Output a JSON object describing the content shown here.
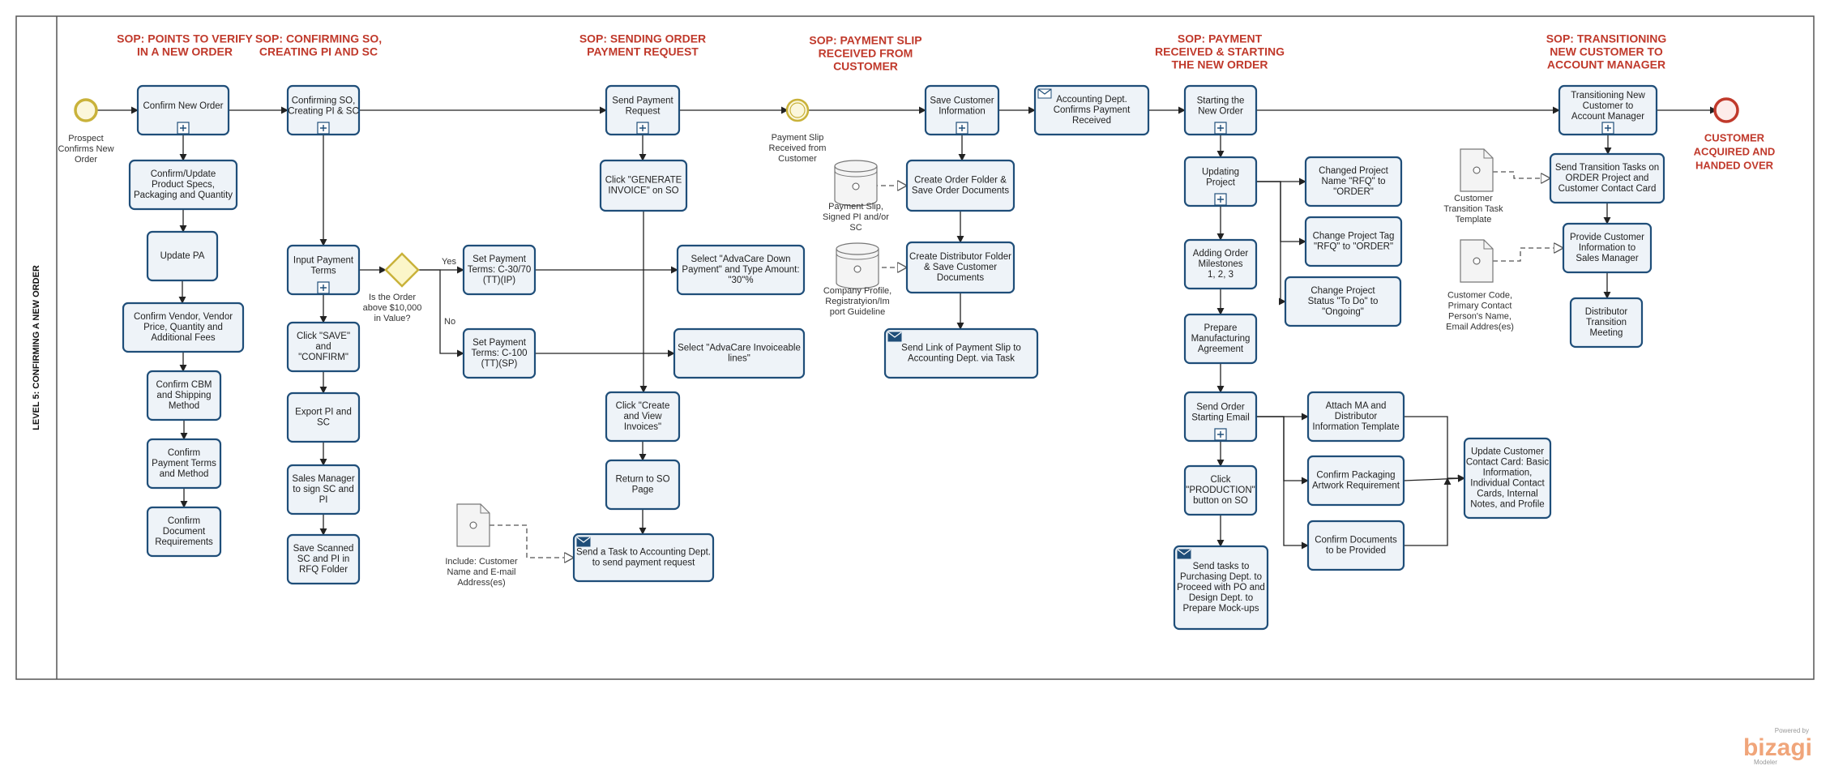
{
  "lane": {
    "title": "LEVEL 5: CONFIRMING A NEW ORDER"
  },
  "sops": [
    {
      "id": "sop1",
      "lines": [
        "SOP:  POINTS TO VERIFY",
        "IN A NEW ORDER"
      ]
    },
    {
      "id": "sop2",
      "lines": [
        "SOP: CONFIRMING SO,",
        "CREATING PI AND SC"
      ]
    },
    {
      "id": "sop3",
      "lines": [
        "SOP: SENDING ORDER",
        "PAYMENT REQUEST"
      ]
    },
    {
      "id": "sop4",
      "lines": [
        "SOP: PAYMENT SLIP",
        "RECEIVED FROM",
        "CUSTOMER"
      ]
    },
    {
      "id": "sop5",
      "lines": [
        "SOP: PAYMENT",
        "RECEIVED & STARTING",
        "THE NEW ORDER"
      ]
    },
    {
      "id": "sop6",
      "lines": [
        "SOP: TRANSITIONING",
        "NEW CUSTOMER TO",
        "ACCOUNT MANAGER"
      ]
    }
  ],
  "events": [
    {
      "id": "ev-start",
      "type": "start",
      "lines": [
        "Prospect",
        "Confirms New",
        "Order"
      ]
    },
    {
      "id": "ev-payslip",
      "type": "intermediate",
      "lines": [
        "Payment Slip",
        "Received from",
        "Customer"
      ]
    },
    {
      "id": "ev-end",
      "type": "end",
      "lines": [
        "CUSTOMER",
        "ACQUIRED AND",
        "HANDED OVER"
      ]
    }
  ],
  "gateway": {
    "lines": [
      "Is the Order",
      "above $10,000",
      "in Value?"
    ],
    "yes_label": "Yes",
    "no_label": "No"
  },
  "tasks": [
    {
      "id": "t-confirm-new-order",
      "lines": [
        "Confirm New Order"
      ],
      "sub": true,
      "mail": false
    },
    {
      "id": "t-update-specs",
      "lines": [
        "Confirm/Update",
        "Product Specs,",
        "Packaging and Quantity"
      ],
      "sub": false,
      "mail": false
    },
    {
      "id": "t-update-pa",
      "lines": [
        "Update PA"
      ],
      "sub": false,
      "mail": false
    },
    {
      "id": "t-confirm-vendor",
      "lines": [
        "Confirm Vendor, Vendor",
        "Price, Quantity and",
        "Additional Fees"
      ],
      "sub": false,
      "mail": false
    },
    {
      "id": "t-confirm-cbm",
      "lines": [
        "Confirm CBM",
        "and Shipping",
        "Method"
      ],
      "sub": false,
      "mail": false
    },
    {
      "id": "t-confirm-payment-terms",
      "lines": [
        "Confirm",
        "Payment Terms",
        "and Method"
      ],
      "sub": false,
      "mail": false
    },
    {
      "id": "t-confirm-doc-req",
      "lines": [
        "Confirm",
        "Document",
        "Requirements"
      ],
      "sub": false,
      "mail": false
    },
    {
      "id": "t-confirming-so",
      "lines": [
        "Confirming SO,",
        "Creating PI & SC"
      ],
      "sub": true,
      "mail": false
    },
    {
      "id": "t-input-payment-terms",
      "lines": [
        "Input Payment",
        "Terms"
      ],
      "sub": true,
      "mail": false
    },
    {
      "id": "t-click-save",
      "lines": [
        "Click \"SAVE\"",
        "and",
        "\"CONFIRM\""
      ],
      "sub": false,
      "mail": false
    },
    {
      "id": "t-export-pi",
      "lines": [
        "Export PI and",
        "SC"
      ],
      "sub": false,
      "mail": false
    },
    {
      "id": "t-sales-manager-sign",
      "lines": [
        "Sales Manager",
        "to sign SC and",
        "PI"
      ],
      "sub": false,
      "mail": false
    },
    {
      "id": "t-save-scanned",
      "lines": [
        "Save Scanned",
        "SC and PI in",
        "RFQ Folder"
      ],
      "sub": false,
      "mail": false
    },
    {
      "id": "t-set-terms-yes",
      "lines": [
        "Set Payment",
        "Terms: C-30/70",
        "(TT)(IP)"
      ],
      "sub": false,
      "mail": false
    },
    {
      "id": "t-set-terms-no",
      "lines": [
        "Set Payment",
        "Terms: C-100",
        "(TT)(SP)"
      ],
      "sub": false,
      "mail": false
    },
    {
      "id": "t-select-down-payment",
      "lines": [
        "Select \"AdvaCare Down",
        "Payment\" and Type Amount:",
        "\"30\"%"
      ],
      "sub": false,
      "mail": false
    },
    {
      "id": "t-select-invoiceable",
      "lines": [
        "Select \"AdvaCare Invoiceable",
        "lines\""
      ],
      "sub": false,
      "mail": false
    },
    {
      "id": "t-send-payment-request",
      "lines": [
        "Send Payment",
        "Request"
      ],
      "sub": true,
      "mail": false
    },
    {
      "id": "t-generate-invoice",
      "lines": [
        "Click \"GENERATE",
        "INVOICE\" on SO"
      ],
      "sub": false,
      "mail": false
    },
    {
      "id": "t-create-view-invoices",
      "lines": [
        "Click \"Create",
        "and View",
        "Invoices\""
      ],
      "sub": false,
      "mail": false
    },
    {
      "id": "t-return-so",
      "lines": [
        "Return to SO",
        "Page"
      ],
      "sub": false,
      "mail": false
    },
    {
      "id": "t-send-task-accounting",
      "lines": [
        "Send a Task to Accounting Dept.",
        "to send payment request"
      ],
      "sub": false,
      "mail": true
    },
    {
      "id": "t-save-customer-info",
      "lines": [
        "Save Customer",
        "Information"
      ],
      "sub": true,
      "mail": false
    },
    {
      "id": "t-create-order-folder",
      "lines": [
        "Create Order Folder &",
        "Save Order Documents"
      ],
      "sub": false,
      "mail": false
    },
    {
      "id": "t-create-distributor-folder",
      "lines": [
        "Create Distributor Folder",
        "& Save Customer",
        "Documents"
      ],
      "sub": false,
      "mail": false
    },
    {
      "id": "t-send-link-payment",
      "lines": [
        "Send Link of Payment Slip to",
        "Accounting Dept. via Task"
      ],
      "sub": false,
      "mail": true
    },
    {
      "id": "t-accounting-confirms",
      "lines": [
        "Accounting Dept.",
        "Confirms Payment",
        "Received"
      ],
      "sub": false,
      "mail": true
    },
    {
      "id": "t-starting-new-order",
      "lines": [
        "Starting the",
        "New Order"
      ],
      "sub": true,
      "mail": false
    },
    {
      "id": "t-updating-project",
      "lines": [
        "Updating",
        "Project"
      ],
      "sub": true,
      "mail": false
    },
    {
      "id": "t-changed-name",
      "lines": [
        "Changed Project",
        "Name \"RFQ\" to",
        "\"ORDER\""
      ],
      "sub": false,
      "mail": false
    },
    {
      "id": "t-change-tag",
      "lines": [
        "Change Project Tag",
        "\"RFQ\" to \"ORDER\""
      ],
      "sub": false,
      "mail": false
    },
    {
      "id": "t-change-status",
      "lines": [
        "Change Project",
        "Status \"To Do\" to",
        "\"Ongoing\""
      ],
      "sub": false,
      "mail": false
    },
    {
      "id": "t-adding-milestones",
      "lines": [
        "Adding Order",
        "Milestones",
        "1, 2, 3"
      ],
      "sub": false,
      "mail": false
    },
    {
      "id": "t-prepare-ma",
      "lines": [
        "Prepare",
        "Manufacturing",
        "Agreement"
      ],
      "sub": false,
      "mail": false
    },
    {
      "id": "t-send-order-email",
      "lines": [
        "Send Order",
        "Starting Email"
      ],
      "sub": true,
      "mail": false
    },
    {
      "id": "t-attach-ma",
      "lines": [
        "Attach MA and",
        "Distributor",
        "Information Template"
      ],
      "sub": false,
      "mail": false
    },
    {
      "id": "t-confirm-artwork",
      "lines": [
        "Confirm Packaging",
        "Artwork Requirement"
      ],
      "sub": false,
      "mail": false
    },
    {
      "id": "t-confirm-docs-provided",
      "lines": [
        "Confirm Documents",
        "to be Provided"
      ],
      "sub": false,
      "mail": false
    },
    {
      "id": "t-update-contact-card",
      "lines": [
        "Update Customer",
        "Contact Card: Basic",
        "Information,",
        "Individual Contact",
        "Cards, Internal",
        "Notes, and Profile"
      ],
      "sub": false,
      "mail": false
    },
    {
      "id": "t-click-production",
      "lines": [
        "Click",
        "\"PRODUCTION\"",
        "button on SO"
      ],
      "sub": false,
      "mail": false
    },
    {
      "id": "t-send-tasks-purchasing",
      "lines": [
        "Send tasks to",
        "Purchasing Dept. to",
        "Proceed with PO and",
        "Design Dept. to",
        "Prepare Mock-ups"
      ],
      "sub": false,
      "mail": true
    },
    {
      "id": "t-transitioning",
      "lines": [
        "Transitioning New",
        "Customer to",
        "Account Manager"
      ],
      "sub": true,
      "mail": false
    },
    {
      "id": "t-send-transition-tasks",
      "lines": [
        "Send Transition Tasks on",
        "ORDER Project and",
        "Customer Contact Card"
      ],
      "sub": false,
      "mail": false
    },
    {
      "id": "t-provide-customer-info",
      "lines": [
        "Provide Customer",
        "Information to",
        "Sales Manager"
      ],
      "sub": false,
      "mail": false
    },
    {
      "id": "t-distributor-meeting",
      "lines": [
        "Distributor",
        "Transition",
        "Meeting"
      ],
      "sub": false,
      "mail": false
    }
  ],
  "artifacts": [
    {
      "id": "a-db-payment-slip",
      "type": "datastore",
      "lines": [
        "Payment Slip,",
        "Signed PI and/or",
        "SC"
      ]
    },
    {
      "id": "a-db-company-profile",
      "type": "datastore",
      "lines": [
        "Company Profile,",
        "Registratyion/Im",
        "port Guideline"
      ]
    },
    {
      "id": "a-doc-include",
      "type": "document",
      "lines": [
        "Include: Customer",
        "Name and E-mail",
        "Address(es)"
      ]
    },
    {
      "id": "a-doc-transition-template",
      "type": "document",
      "lines": [
        "Customer",
        "Transition Task",
        "Template"
      ]
    },
    {
      "id": "a-doc-customer-code",
      "type": "document",
      "lines": [
        "Customer Code,",
        "Primary Contact",
        "Person's Name,",
        "Email Addres(es)"
      ]
    }
  ],
  "branding": {
    "powered_by": "Powered by",
    "brand": "bizagi",
    "product": "Modeler"
  },
  "colors": {
    "task_fill": "#eef3f8",
    "task_stroke": "#1f4e79",
    "sop_red": "#c0392b",
    "end_event": "#c0392b",
    "start_event": "#c9b23a",
    "gateway": "#e0d36a"
  }
}
